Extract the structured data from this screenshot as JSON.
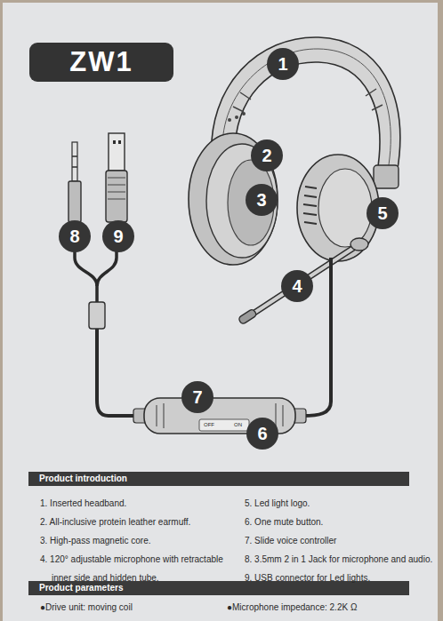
{
  "diagram": {
    "title": "ZW1",
    "nodes": [
      {
        "text": [
          "1"
        ]
      },
      {
        "text": [
          "2"
        ]
      },
      {
        "text": [
          "3"
        ]
      },
      {
        "text": [
          "4"
        ]
      },
      {
        "text": [
          "5"
        ]
      },
      {
        "text": [
          "6"
        ]
      },
      {
        "text": [
          "7"
        ]
      },
      {
        "text": [
          "8"
        ]
      },
      {
        "text": [
          "9"
        ]
      },
      {
        "text": [
          "Product introduction"
        ]
      },
      {
        "text": [
          "Product parameters"
        ]
      }
    ],
    "labels": [
      "1. Inserted headband.",
      "2. All-inclusive protein leather earmuff.",
      "3. High-pass magnetic core.",
      "4. 120° adjustable microphone with retractable inner side and hidden tube.",
      "5. Led light logo.",
      "6. One mute button.",
      "7. Slide voice controller",
      "8. 3.5mm 2 in 1 Jack for microphone and audio.",
      "9. USB connector for Led lights.",
      "●Drive unit: moving coil",
      "●Microphone impedance: 2.2K Ω",
      "OFF",
      "ON"
    ]
  }
}
